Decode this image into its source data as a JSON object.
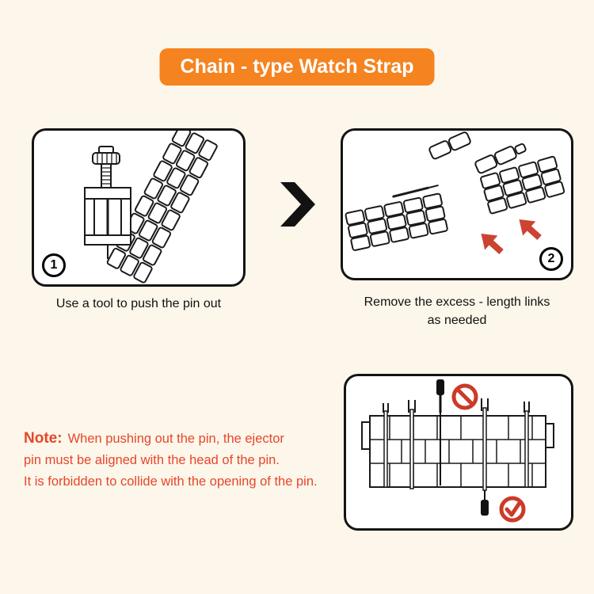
{
  "title": "Chain - type Watch Strap",
  "colors": {
    "banner_orange": "#F5831F",
    "note_red": "#E8452C",
    "arrow_red": "#CC4331",
    "background_cream": "#FCF7EA",
    "line_black": "#1A1A1A"
  },
  "steps": [
    {
      "number": "1",
      "caption": "Use a tool to push the pin out"
    },
    {
      "number": "2",
      "caption_line1": "Remove the excess - length links",
      "caption_line2": "as needed"
    }
  ],
  "note": {
    "label": "Note:",
    "line1": "When pushing out the pin, the ejector",
    "line2": "pin must be aligned with the head of the pin.",
    "line3": "It is forbidden to collide with the opening of the pin."
  },
  "icons": {
    "next_arrow": "chevron-right",
    "prohibition": "do-not-collide",
    "check": "correct-alignment"
  }
}
